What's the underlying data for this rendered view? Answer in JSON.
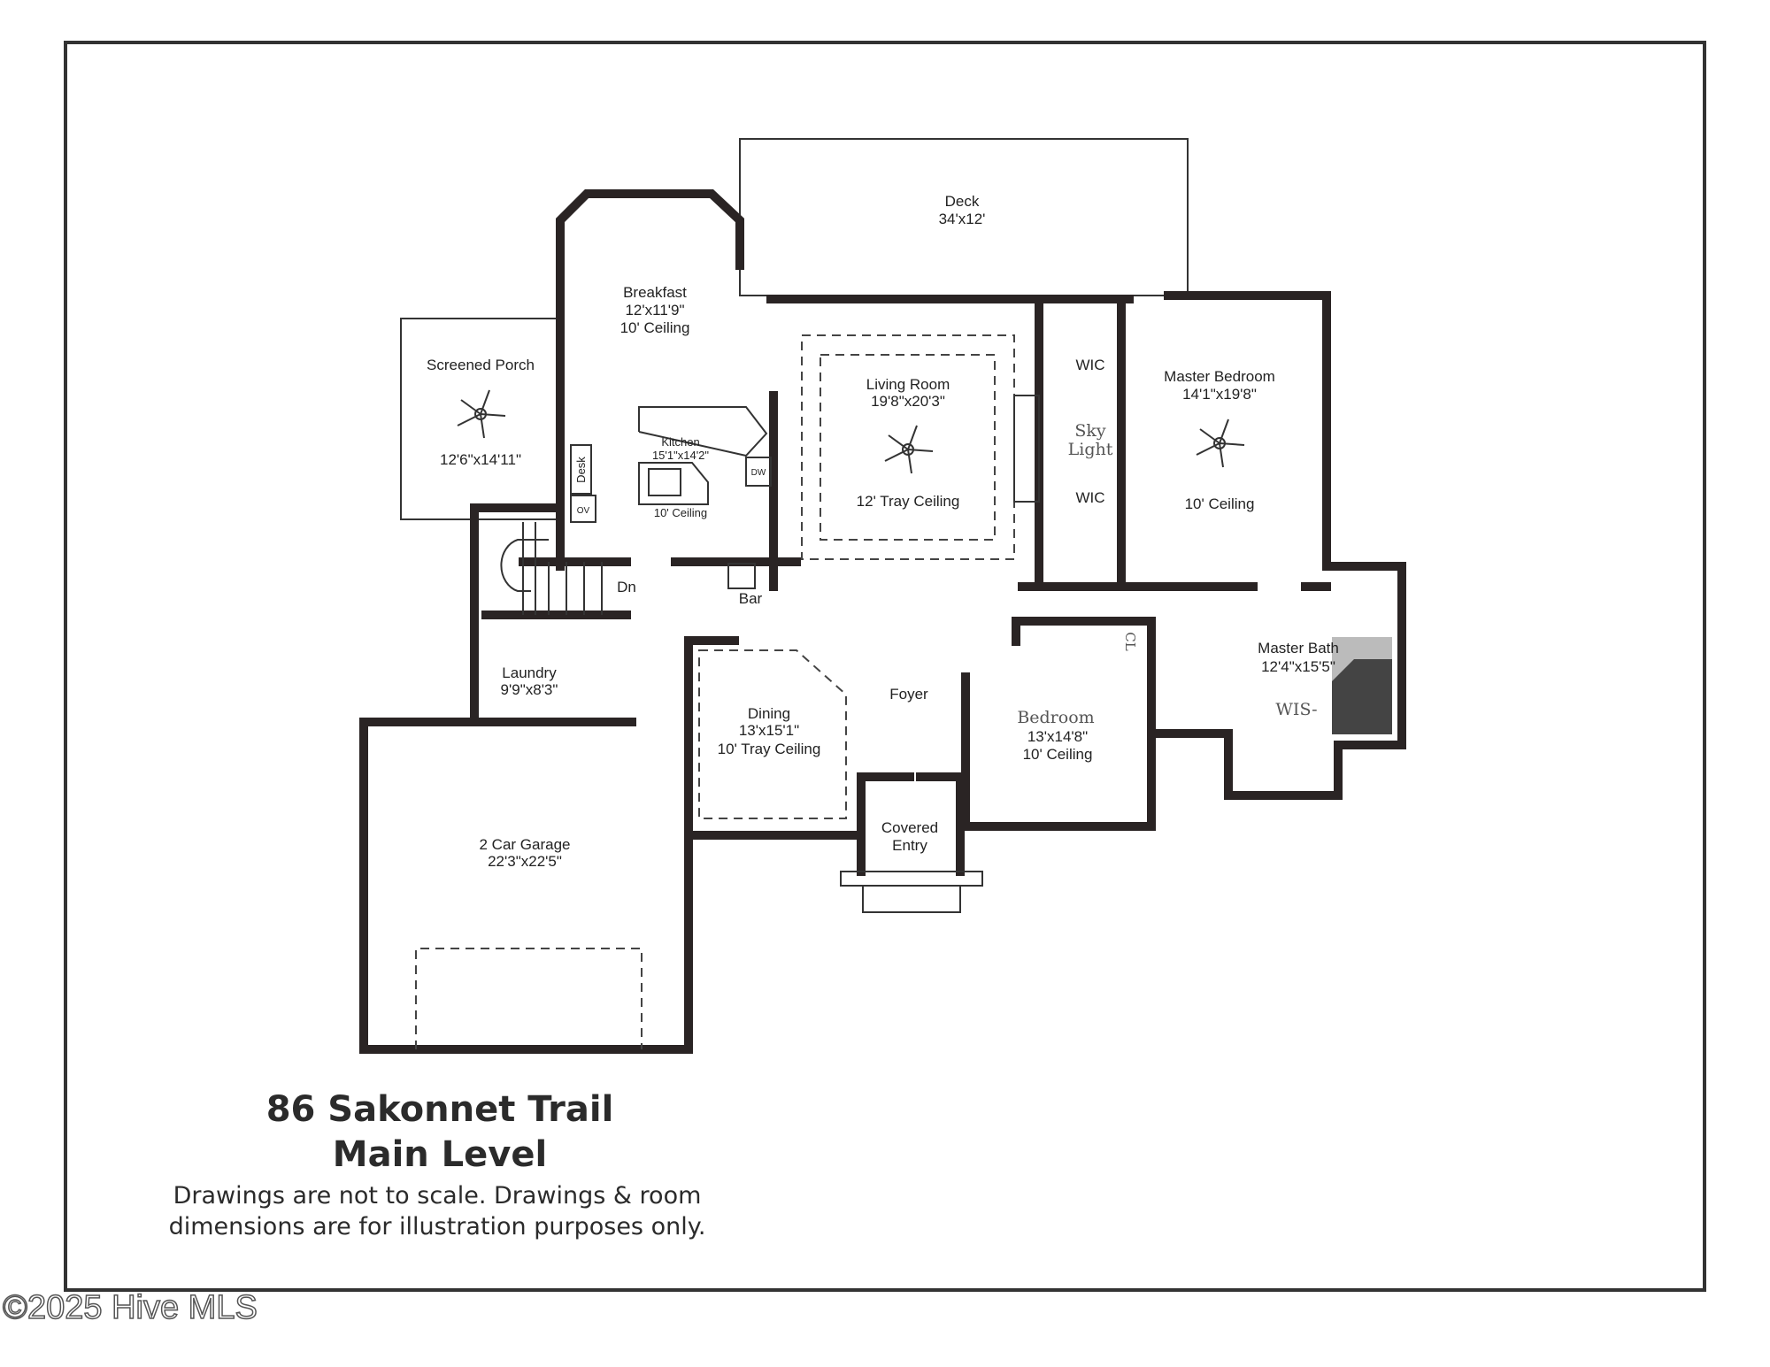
{
  "rooms": {
    "deck": {
      "name": "Deck",
      "size": "34'x12'"
    },
    "breakfast": {
      "name": "Breakfast",
      "size": "12'x11'9\"",
      "ceiling": "10' Ceiling"
    },
    "screened_porch": {
      "name": "Screened Porch",
      "size": "12'6\"x14'11\""
    },
    "kitchen": {
      "name": "Kitchen",
      "size": "15'1\"x14'2\"",
      "ceiling": "10' Ceiling"
    },
    "living_room": {
      "name": "Living Room",
      "size": "19'8\"x20'3\"",
      "ceiling": "12' Tray Ceiling"
    },
    "master_bedroom": {
      "name": "Master Bedroom",
      "size": "14'1\"x19'8\"",
      "ceiling": "10' Ceiling"
    },
    "laundry": {
      "name": "Laundry",
      "size": "9'9\"x8'3\""
    },
    "dining": {
      "name": "Dining",
      "size": "13'x15'1\"",
      "ceiling": "10' Tray Ceiling"
    },
    "foyer": {
      "name": "Foyer"
    },
    "bedroom": {
      "name": "Bedroom",
      "size": "13'x14'8\"",
      "ceiling": "10' Ceiling"
    },
    "master_bath": {
      "name": "Master Bath",
      "size": "12'4\"x15'5\""
    },
    "covered_entry": {
      "line1": "Covered",
      "line2": "Entry"
    },
    "garage": {
      "name": "2 Car Garage",
      "size": "22'3\"x22'5\""
    }
  },
  "fixtures": {
    "desk": "Desk",
    "oven": "OV",
    "dishwasher": "DW",
    "bar": "Bar",
    "stairs_down": "Dn",
    "wic_1": "WIC",
    "wic_2": "WIC",
    "skylight_1": "Sky",
    "skylight_2": "Light",
    "closet": "CL",
    "walk_in_shower": "WIS-"
  },
  "footer": {
    "title": "86 Sakonnet Trail",
    "level": "Main Level",
    "note_line1": "Drawings are not to scale. Drawings & room",
    "note_line2": "dimensions are for illustration purposes only."
  },
  "watermark": "©2025 Hive MLS"
}
